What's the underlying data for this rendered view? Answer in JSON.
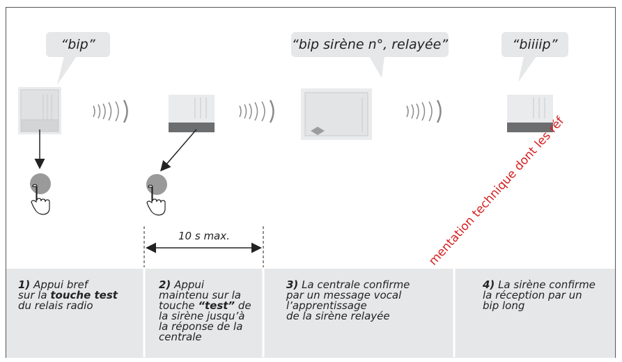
{
  "speech": {
    "s1": "“bip”",
    "s3": "“bip sirène n°, relayée”",
    "s4": "“biiiip”"
  },
  "timing_label": "10 s max.",
  "steps": [
    {
      "num": "1)",
      "pre": "Appui bref",
      "line2a": "sur la ",
      "bold": "touche test",
      "line3": "du relais radio"
    },
    {
      "num": "2)",
      "l1": "Appui",
      "l2": "maintenu sur la",
      "l3a": "touche ",
      "bold": "“test”",
      "l3b": " de",
      "l4": "la sirène jusqu’à",
      "l5": "la réponse de la",
      "l6": "centrale"
    },
    {
      "num": "3)",
      "l1": "La centrale confirme",
      "l2": "par un message vocal",
      "l3": "l’apprentissage",
      "l4": "de la sirène relayée"
    },
    {
      "num": "4)",
      "l1": "La sirène confirme",
      "l2": "la réception par un",
      "l3": "bip long"
    }
  ],
  "watermark": "mentation technique dont les réf",
  "colors": {
    "band": "#e6e7e8",
    "bubble": "#e6e7e8",
    "button": "#9a9a9a",
    "watermark": "#d62020"
  }
}
